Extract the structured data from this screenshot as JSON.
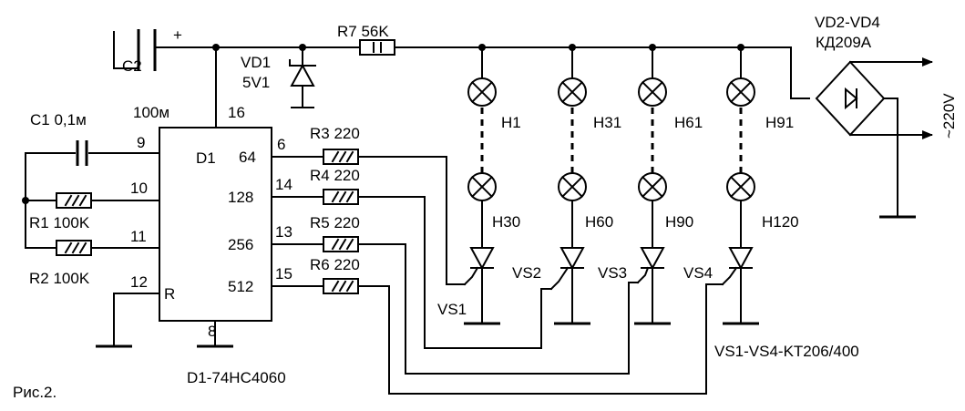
{
  "figure": {
    "caption": "Рис.2.",
    "ic_label": "D1-74HC4060",
    "thyristor_note": "VS1-VS4-KT206/400",
    "mains_label": "~220V"
  },
  "ic": {
    "name": "D1",
    "reset": "R",
    "pins": {
      "p9": "9",
      "p10": "10",
      "p11": "11",
      "p12": "12",
      "p16": "16",
      "p8": "8",
      "p6": "6",
      "p14": "14",
      "p13": "13",
      "p15": "15"
    },
    "outputs": {
      "o64": "64",
      "o128": "128",
      "o256": "256",
      "o512": "512"
    }
  },
  "components": {
    "c1": "C1 0,1м",
    "c1_r": "100м",
    "c2": "C2",
    "c2_plus": "+",
    "r1": "R1 100K",
    "r2": "R2 100K",
    "r3": "R3 220",
    "r4": "R4 220",
    "r5": "R5 220",
    "r6": "R6 220",
    "r7": "R7 56K",
    "vd1_name": "VD1",
    "vd1_value": "5V1",
    "bridge_name": "VD2-VD4",
    "bridge_type": "КД209А"
  },
  "lamps": {
    "h1": "H1",
    "h31": "H31",
    "h61": "H61",
    "h91": "H91",
    "h30": "H30",
    "h60": "H60",
    "h90": "H90",
    "h120": "H120"
  },
  "thyristors": {
    "vs1": "VS1",
    "vs2": "VS2",
    "vs3": "VS3",
    "vs4": "VS4"
  }
}
